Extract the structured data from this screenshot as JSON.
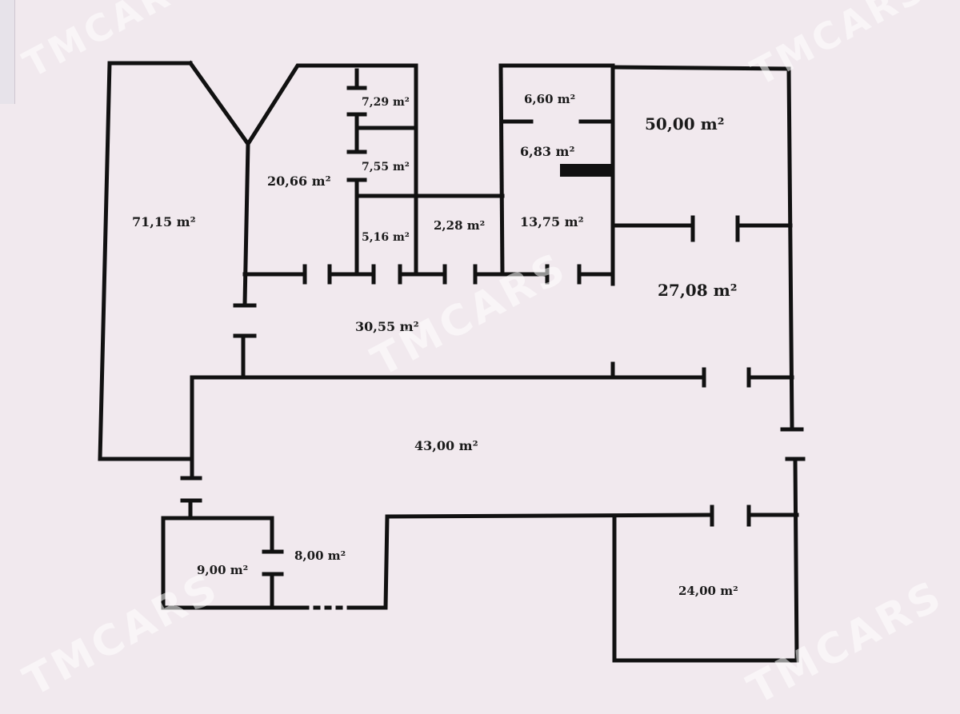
{
  "rooms": [
    {
      "id": "room-71",
      "label": "71,15  m²"
    },
    {
      "id": "room-20",
      "label": "20,66  m²"
    },
    {
      "id": "room-7-29",
      "label": "7,29  m²"
    },
    {
      "id": "room-7-55",
      "label": "7,55  m²"
    },
    {
      "id": "room-5-16",
      "label": "5,16  m²"
    },
    {
      "id": "room-2-28",
      "label": "2,28  m²"
    },
    {
      "id": "room-6-60",
      "label": "6,60  m²"
    },
    {
      "id": "room-6-83",
      "label": "6,83  m²"
    },
    {
      "id": "room-13-75",
      "label": "13,75  m²"
    },
    {
      "id": "room-50",
      "label": "50,00  m²"
    },
    {
      "id": "room-27",
      "label": "27,08  m²"
    },
    {
      "id": "room-30",
      "label": "30,55  m²"
    },
    {
      "id": "room-43",
      "label": "43,00  m²"
    },
    {
      "id": "room-9",
      "label": "9,00  m²"
    },
    {
      "id": "room-8",
      "label": "8,00  m²"
    },
    {
      "id": "room-24",
      "label": "24,00  m²"
    }
  ],
  "watermark": "TMCARS"
}
